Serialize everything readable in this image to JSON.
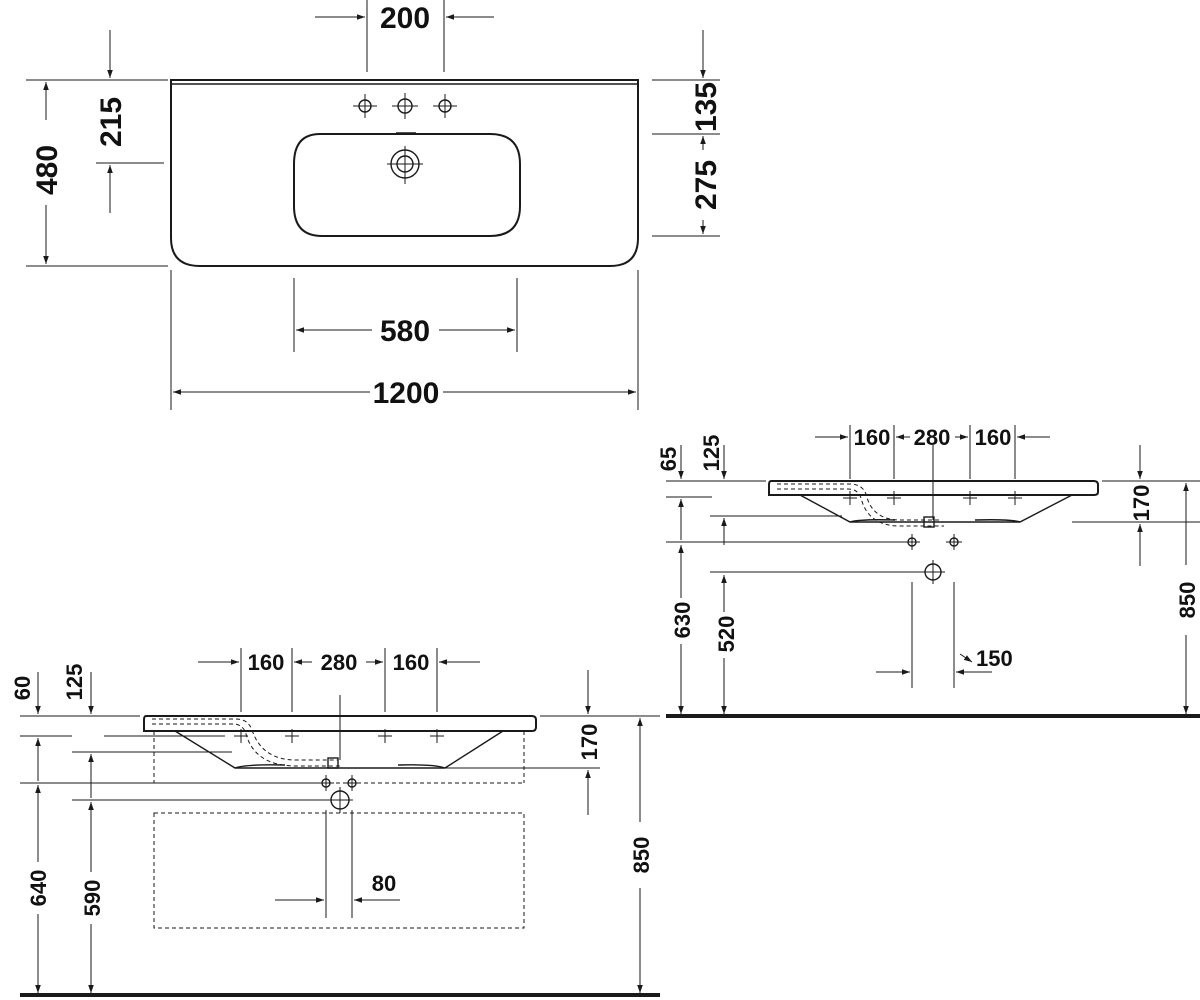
{
  "title": "",
  "colors": {
    "line": "#1a1a1a",
    "background": "#ffffff"
  },
  "top_view": {
    "tap_hole_spacing": "200",
    "depth_left_a": "215",
    "total_depth": "480",
    "depth_right_a": "135",
    "depth_right_b": "275",
    "bowl_width": "580",
    "total_width": "1200"
  },
  "side_view_right": {
    "top_offset_a": "65",
    "top_offset_b": "125",
    "spacing_left": "160",
    "spacing_mid": "280",
    "spacing_right": "160",
    "height_a": "170",
    "height_b": "630",
    "height_c": "520",
    "total_height": "850",
    "offset_d": "150"
  },
  "side_view_left": {
    "top_offset_a": "60",
    "top_offset_b": "125",
    "spacing_left": "160",
    "spacing_mid": "280",
    "spacing_right": "160",
    "height_a": "170",
    "height_b": "640",
    "height_c": "590",
    "total_height": "850",
    "offset_d": "80"
  }
}
